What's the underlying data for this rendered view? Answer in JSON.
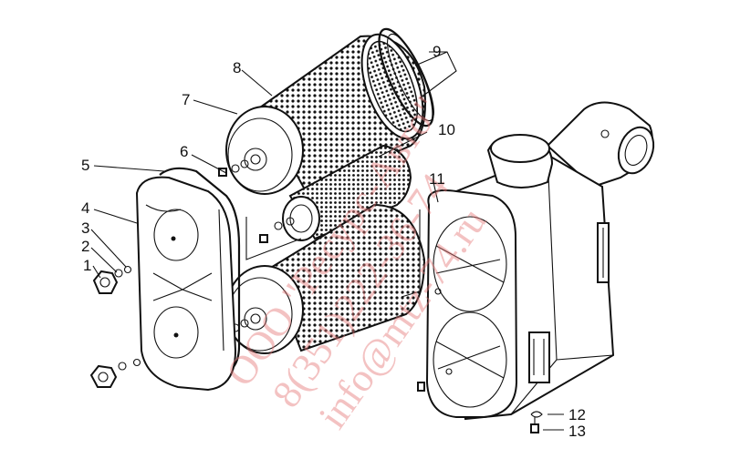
{
  "diagram": {
    "callouts": [
      {
        "id": "1",
        "label": "1"
      },
      {
        "id": "2",
        "label": "2"
      },
      {
        "id": "3",
        "label": "3"
      },
      {
        "id": "4",
        "label": "4"
      },
      {
        "id": "5",
        "label": "5"
      },
      {
        "id": "6",
        "label": "6"
      },
      {
        "id": "7",
        "label": "7"
      },
      {
        "id": "8",
        "label": "8"
      },
      {
        "id": "9",
        "label": "9"
      },
      {
        "id": "10",
        "label": "10"
      },
      {
        "id": "11",
        "label": "11"
      },
      {
        "id": "12",
        "label": "12"
      },
      {
        "id": "13",
        "label": "13"
      }
    ],
    "watermark": {
      "line1": "ООО \"Ресурс-Авто\"",
      "line2": "8(351)222-36-74",
      "line3": "info@mtz-74.ru"
    }
  },
  "colors": {
    "ink": "#111111",
    "watermark": "#e67a7a",
    "background": "#ffffff"
  }
}
